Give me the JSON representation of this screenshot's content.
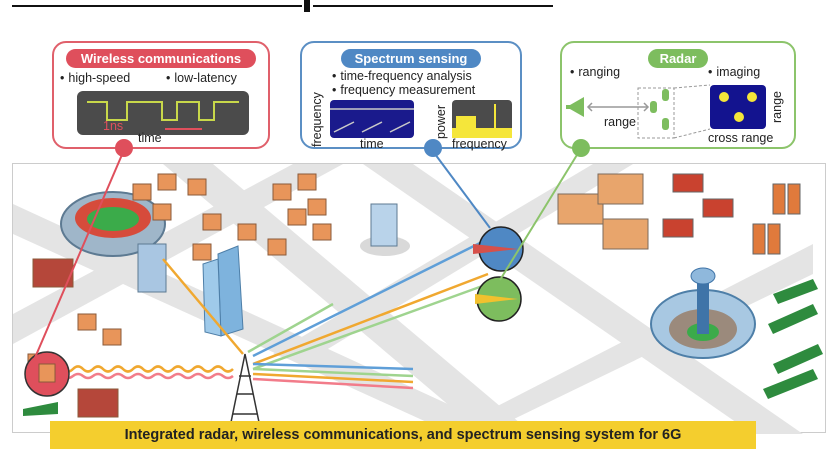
{
  "colors": {
    "wireless": "#df4f5c",
    "spectrum": "#4f88c4",
    "radar": "#7dbd5e",
    "banner": "#f4ce2e",
    "scope_bg": "#4b4b4b",
    "scope_wave": "#c8d84a",
    "navy": "#13138f",
    "yellow_mark": "#f5e63a"
  },
  "panels": {
    "wireless": {
      "title": "Wireless communications",
      "bullets": [
        "high-speed",
        "low-latency"
      ],
      "pulse_label": "1ns",
      "axis_label": "time"
    },
    "spectrum": {
      "title": "Spectrum sensing",
      "bullets": [
        "time-frequency analysis",
        "frequency measurement"
      ],
      "left_plot": {
        "x_label": "time",
        "y_label": "frequency"
      },
      "right_plot": {
        "x_label": "frequency",
        "y_label": "power"
      }
    },
    "radar": {
      "title": "Radar",
      "bullets": [
        "ranging",
        "imaging"
      ],
      "range_label": "range",
      "image_x_label": "cross range",
      "image_y_label": "range"
    }
  },
  "scene": {
    "description": "Isometric city with stadium, buildings, cell tower, airport, aircraft and signal waves",
    "elements": [
      "stadium",
      "skyscraper",
      "cell-tower",
      "airport-control-tower",
      "airplane-red",
      "airplane-yellow",
      "factories",
      "houses",
      "trees"
    ]
  },
  "banner": {
    "text": "Integrated radar, wireless communications, and spectrum sensing system for 6G"
  }
}
